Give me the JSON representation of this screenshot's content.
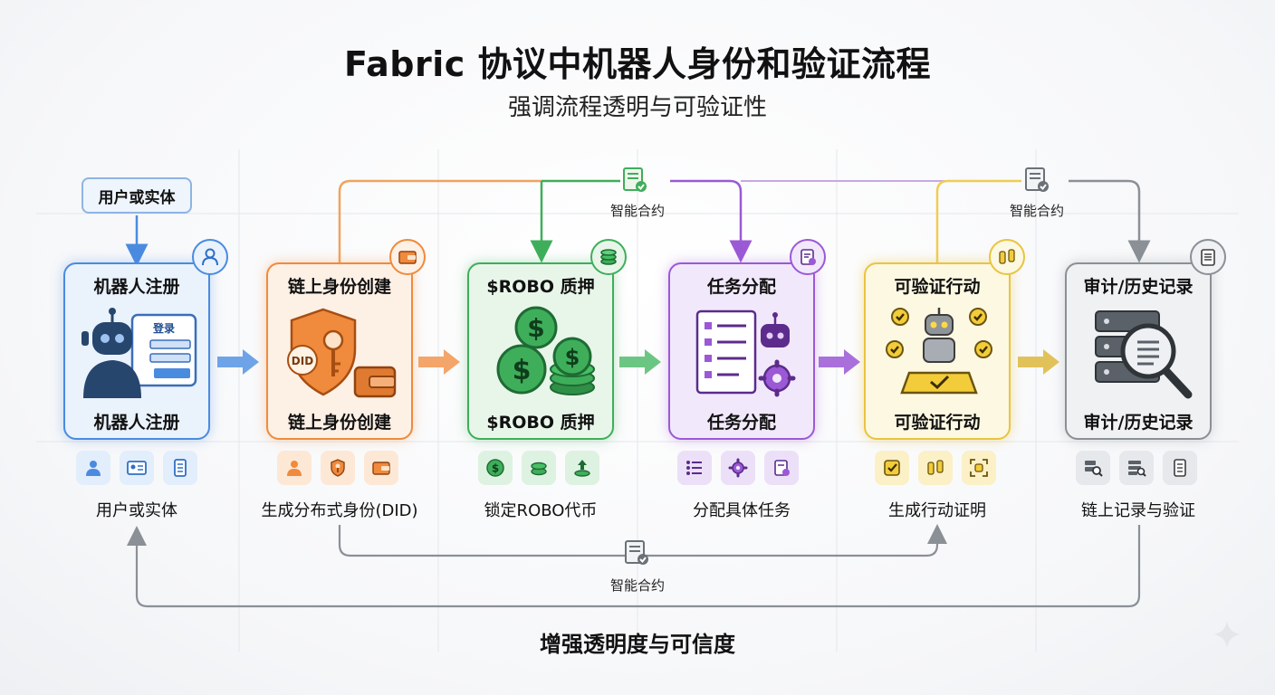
{
  "title": "Fabric 协议中机器人身份和验证流程",
  "subtitle": "强调流程透明与可验证性",
  "input_label": "用户或实体",
  "bottom_caption": "增强透明度与可信度",
  "colors": {
    "blue": "#4a8be0",
    "orange": "#f08a3c",
    "green": "#3fae5a",
    "purple": "#9b59d6",
    "yellow": "#e9c440",
    "gray": "#8a9096"
  },
  "stages": [
    {
      "label_top": "机器人注册",
      "label_bottom": "机器人注册",
      "screen_text": "登录",
      "caption": "用户或实体",
      "badge_icon": "user-icon",
      "illustration": "robot-login-icon",
      "mini_icons": [
        "user-icon",
        "id-card-icon",
        "document-icon"
      ]
    },
    {
      "label_top": "链上身份创建",
      "label_bottom": "链上身份创建",
      "shield_text": "DID",
      "caption": "生成分布式身份(DID)",
      "badge_icon": "wallet-icon",
      "illustration": "did-shield-key-icon",
      "mini_icons": [
        "user-icon",
        "shield-key-icon",
        "wallet-icon"
      ]
    },
    {
      "label_top": "$ROBO 质押",
      "label_bottom": "$ROBO 质押",
      "caption": "锁定ROBO代币",
      "badge_icon": "coin-stack-icon",
      "illustration": "dollar-coins-icon",
      "mini_icons": [
        "dollar-coin-icon",
        "coin-stack-icon",
        "upload-coins-icon"
      ]
    },
    {
      "label_top": "任务分配",
      "label_bottom": "任务分配",
      "caption": "分配具体任务",
      "badge_icon": "clipboard-check-icon",
      "illustration": "task-list-robot-icon",
      "mini_icons": [
        "list-icon",
        "gears-icon",
        "clipboard-check-icon"
      ]
    },
    {
      "label_top": "可验证行动",
      "label_bottom": "可验证行动",
      "caption": "生成行动证明",
      "badge_icon": "footprints-icon",
      "illustration": "robot-laptop-checks-icon",
      "mini_icons": [
        "checkbox-icon",
        "footprints-icon",
        "scan-robot-icon"
      ]
    },
    {
      "label_top": "审计/历史记录",
      "label_bottom": "审计/历史记录",
      "caption": "链上记录与验证",
      "badge_icon": "ledger-icon",
      "illustration": "database-magnifier-icon",
      "mini_icons": [
        "database-search-icon",
        "server-search-icon",
        "document-icon"
      ]
    }
  ],
  "smart_contracts": [
    {
      "label": "智能合约",
      "icon": "contract-scroll-icon"
    },
    {
      "label": "智能合约",
      "icon": "contract-scroll-icon"
    },
    {
      "label": "智能合约",
      "icon": "contract-scroll-icon"
    }
  ]
}
